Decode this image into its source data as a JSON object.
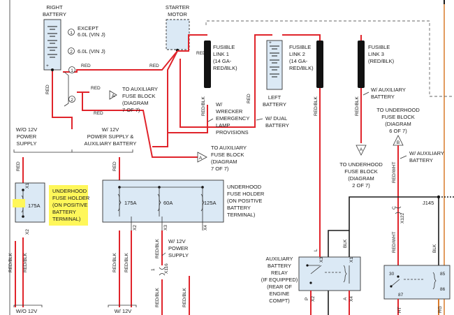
{
  "battery_right": {
    "label_1": "RIGHT",
    "label_2": "BATTERY"
  },
  "legend": {
    "item1_num": "1",
    "item1_l1": "EXCEPT",
    "item1_l2": "6.0L (VIN J)",
    "item2_num": "2",
    "item2_l1": "6.0L (VIN J)"
  },
  "starter": {
    "label_1": "STARTER",
    "label_2": "MOTOR"
  },
  "fusible_link_1": {
    "l1": "FUSIBLE",
    "l2": "LINK 1",
    "l3": "(14 GA-",
    "l4": "RED/BLK)"
  },
  "battery_left": {
    "label_1": "LEFT",
    "label_2": "BATTERY"
  },
  "fusible_link_2": {
    "l1": "FUSIBLE",
    "l2": "LINK 2",
    "l3": "(14 GA-",
    "l4": "RED/BLK)"
  },
  "fusible_link_3": {
    "l1": "FUSIBLE",
    "l2": "LINK 3",
    "l3": "(RED/BLK)"
  },
  "wires": {
    "red": "RED",
    "red_blk": "RED/BLK",
    "red_wht": "RED/WHT",
    "blk": "BLK",
    "c1": "1",
    "c2": "2"
  },
  "aux_fuse_ref_1": {
    "l1": "TO AUXILIARY",
    "l2": "FUSE BLOCK",
    "l3": "(DIAGRAM",
    "l4": "7 OF 7)",
    "marker": "A"
  },
  "aux_fuse_ref_2": {
    "l1": "TO AUXILIARY",
    "l2": "FUSE BLOCK",
    "l3": "(DIAGRAM",
    "l4": "7 OF 7)",
    "marker": "A"
  },
  "wrecker": {
    "l1": "W/",
    "l2": "WRECKER",
    "l3": "EMERGENCY",
    "l4": "LAMP",
    "l5": "PROVISIONS"
  },
  "dual_battery": {
    "l1": "W/ DUAL",
    "l2": "BATTERY"
  },
  "aux_battery_note_1": {
    "l1": "W/ AUXILIARY",
    "l2": "BATTERY"
  },
  "underhood_ref_b": {
    "l1": "TO UNDERHOOD",
    "l2": "FUSE BLOCK",
    "l3": "(DIAGRAM",
    "l4": "6 OF 7)",
    "marker": "B"
  },
  "underhood_ref_a": {
    "l1": "TO UNDERHOOD",
    "l2": "FUSE BLOCK",
    "l3": "(DIAGRAM",
    "l4": "2 OF 7)",
    "marker": "A"
  },
  "aux_battery_note_2": {
    "l1": "W/ AUXILIARY",
    "l2": "BATTERY"
  },
  "wo_12v": {
    "l1": "W/O 12V",
    "l2": "POWER",
    "l3": "SUPPLY"
  },
  "w_12v": {
    "l1": "W/ 12V",
    "l2": "POWER SUPPLY &",
    "l3": "AUXILIARY BATTERY"
  },
  "fuse_holder_left": {
    "fuse": "175A",
    "pin_top": "X1",
    "pin_bottom": "X2",
    "l1": "UNDERHOOD",
    "l2": "FUSE HOLDER",
    "l3": "(ON POSITIVE",
    "l4": "BATTERY",
    "l5": "TERMINAL)"
  },
  "fuse_holder_right": {
    "fuse1": "175A",
    "fuse2": "60A",
    "fuse3": "125A",
    "pin2": "X2",
    "pin3": "X3",
    "pin4": "X4",
    "l1": "UNDERHOOD",
    "l2": "FUSE HOLDER",
    "l3": "(ON POSITIVE",
    "l4": "BATTERY",
    "l5": "TERMINAL)"
  },
  "w12v_ps": {
    "l1": "W/ 12V",
    "l2": "POWER",
    "l3": "SUPPLY"
  },
  "connector": {
    "c1": "1",
    "x116": "X116",
    "j145": "J145",
    "c_pin": "C",
    "x122": "X122"
  },
  "aux_relay": {
    "l1": "AUXILIARY",
    "l2": "BATTERY",
    "l3": "RELAY",
    "l4": "(IF EQUIPPED)",
    "l5": "(REAR OF",
    "l6": "ENGINE",
    "l7": "COMPT)",
    "pin_l": "L",
    "pin_b": "B",
    "x3": "X3",
    "x1": "X1",
    "p": "P",
    "a": "A",
    "x2": "X2",
    "x4": "X4"
  },
  "relay2": {
    "p30": "30",
    "p85": "85",
    "p86": "86",
    "p87": "87",
    "bottom": "HT",
    "bottom2": "RG"
  },
  "bottom": {
    "wo_12v": "W/O 12V",
    "w_12v": "W/ 12V"
  }
}
